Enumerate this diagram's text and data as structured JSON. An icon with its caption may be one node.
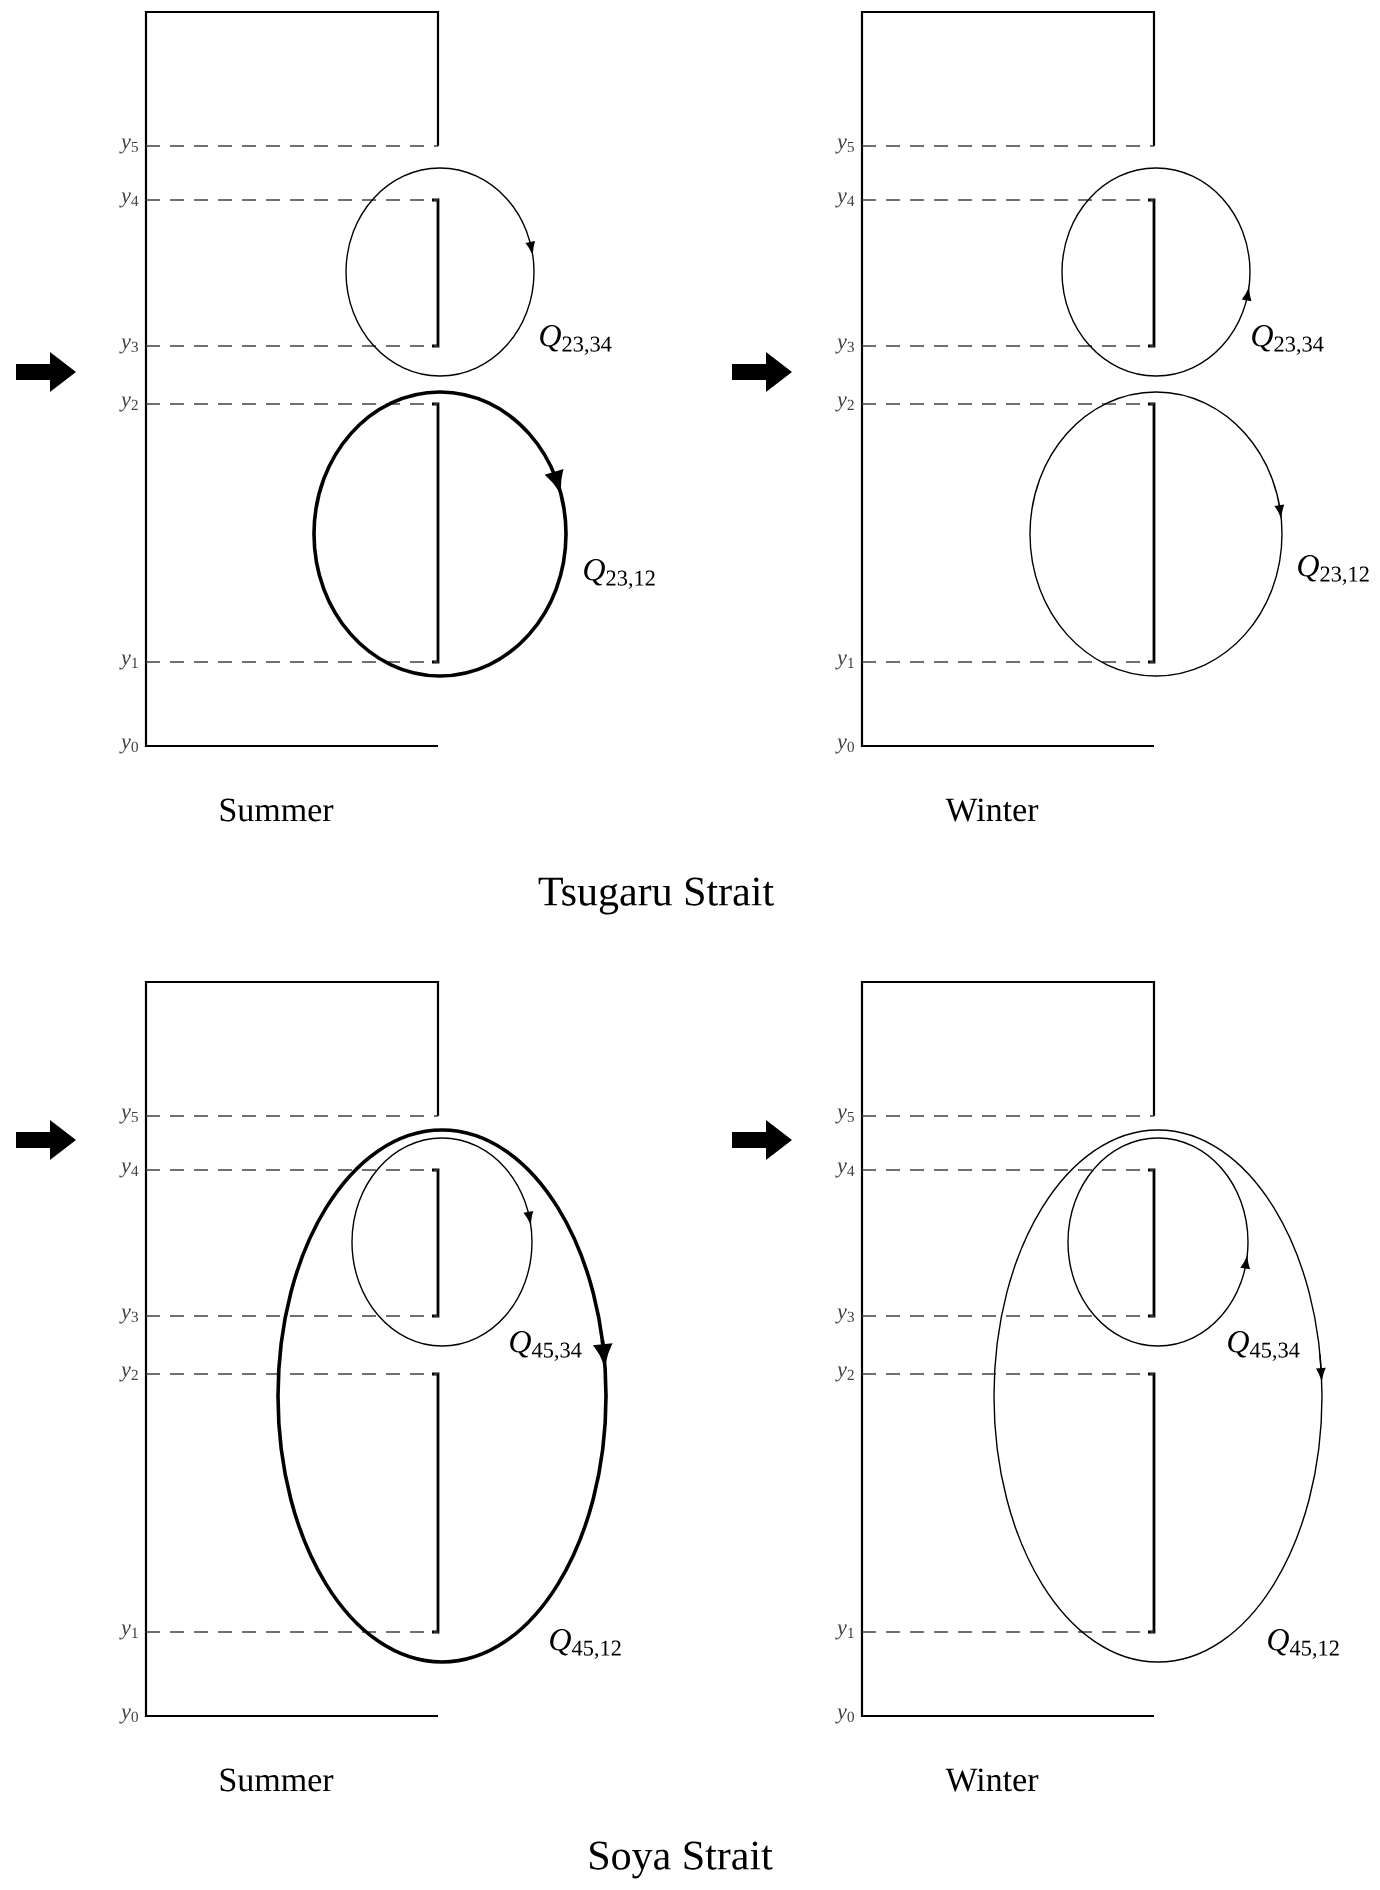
{
  "diagram": {
    "labels": [
      "*y*$_{5}$",
      "*y*$_{4}$",
      "*y*$_{3}$",
      "*y*$_{2}$",
      "*y*$_{1}$",
      "*y*$_{0}$",
      "*Q*$_{23,34}$",
      "*Q*$_{23,12}$",
      "Summer",
      "*y*$_{5}$",
      "*y*$_{4}$",
      "*y*$_{3}$",
      "*y*$_{2}$",
      "*y*$_{1}$",
      "*y*$_{0}$",
      "*Q*$_{23,34}$",
      "*Q*$_{23,12}$",
      "Winter",
      "Tsugaru Strait",
      "*y*$_{5}$",
      "*y*$_{4}$",
      "*y*$_{3}$",
      "*y*$_{2}$",
      "*y*$_{1}$",
      "*y*$_{0}$",
      "*Q*$_{45,34}$",
      "*Q*$_{45,12}$",
      "Summer",
      "*y*$_{5}$",
      "*y*$_{4}$",
      "*y*$_{3}$",
      "*y*$_{2}$",
      "*y*$_{1}$",
      "*y*$_{0}$",
      "*Q*$_{45,34}$",
      "*Q*$_{45,12}$",
      "Winter",
      "Soya Strait"
    ]
  }
}
